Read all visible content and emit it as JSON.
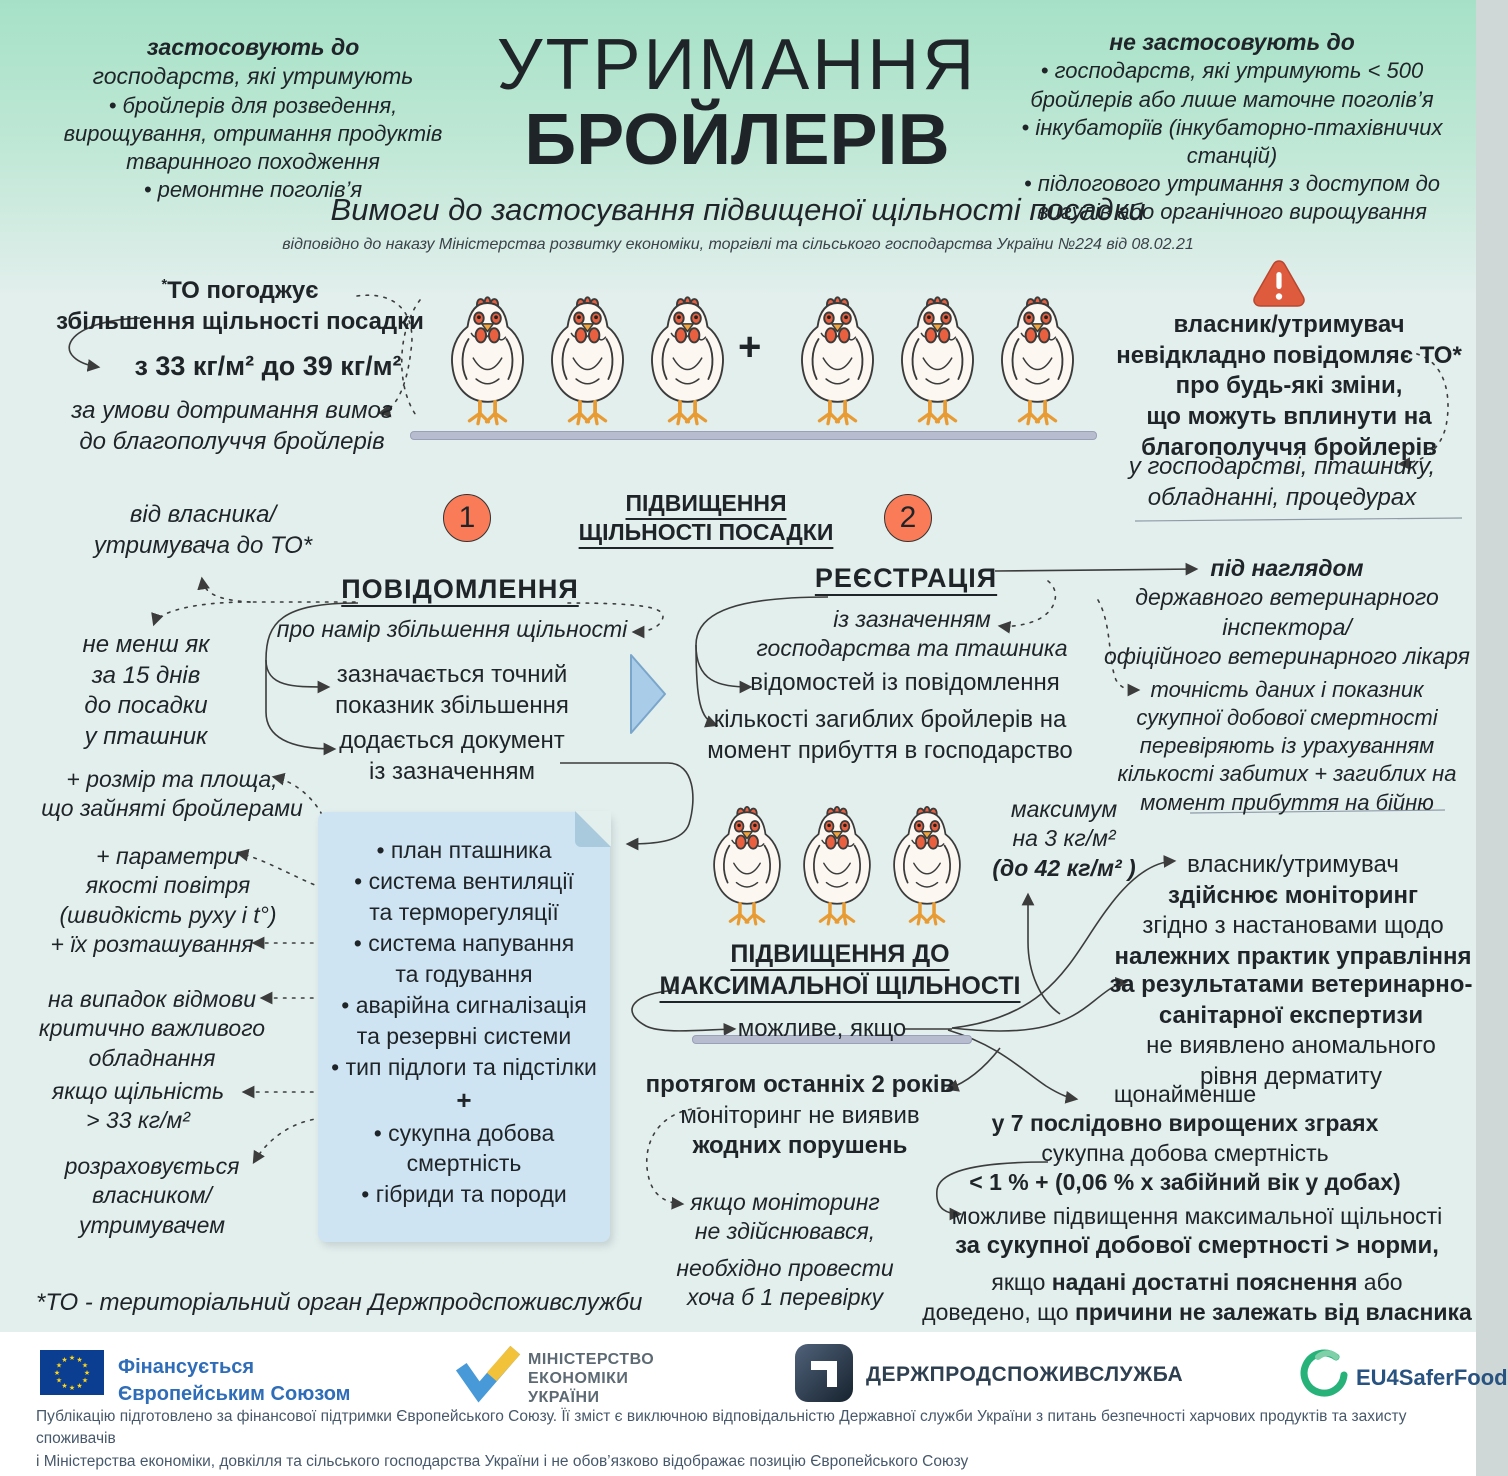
{
  "page": {
    "title_line1": "УТРИМАННЯ",
    "title_line2": "БРОЙЛЕРІВ",
    "subtitle": "Вимоги до застосування підвищеної щільності посадки",
    "legal_note": "відповідно до наказу Міністерства розвитку економіки, торгівлі та сільського господарства України №224 від 08.02.21",
    "footnote": "*ТО - територіальний орган Держпродспоживслужби",
    "plus_sign": "+"
  },
  "applies": {
    "title": "застосовують до",
    "subtitle": "господарств, які утримують",
    "item1": "•  бройлерів для розведення, вирощування, отримання продуктів тваринного походження",
    "item2": "•  ремонтне поголів’я"
  },
  "not_applies": {
    "title": "не застосовують до",
    "item1": "• господарств, які утримують < 500 бройлерів або лише маточне поголів’я",
    "item2": "• інкубаторіїв (інкубаторно-птахівничих станцій)",
    "item3": "• підлогового утримання з доступом до вигулів або органічного вирощування"
  },
  "approval": {
    "asterisk": "*",
    "line1": "ТО  погоджує",
    "line2": "збільшення щільності посадки",
    "range": "з 33 кг/м² до 39 кг/м²",
    "condition1": "за умови дотримання вимог",
    "condition2": "до благополуччя бройлерів"
  },
  "notify_changes": {
    "line1": "власник/утримувач",
    "line2": "невідкладно повідомляє ТО*",
    "line3": "про будь-які зміни,",
    "line4": "що можуть вплинути на",
    "line5": "благополуччя бройлерів",
    "note1": "у господарстві, пташнику,",
    "note2": "обладнанні, процедурах"
  },
  "steps": {
    "step1": "1",
    "step2": "2",
    "center_label1": "ПІДВИЩЕННЯ",
    "center_label2": "ЩІЛЬНОСТІ ПОСАДКИ"
  },
  "notification": {
    "heading": "ПОВІДОМЛЕННЯ",
    "from1": "від власника/",
    "from2": "утримувача до ТО*",
    "timing1": "не менш як",
    "timing2": "за 15 днів",
    "timing3": "до посадки",
    "timing4": "у пташник",
    "intent": "про намір збільшення щільності",
    "point1a": "зазначається точний",
    "point1b": "показник збільшення",
    "point2a": "додається документ",
    "point2b": "із зазначенням"
  },
  "registration": {
    "heading": "РЕЄСТРАЦІЯ",
    "with1": "із зазначенням",
    "with2": "господарства та пташника",
    "point1": "відомостей із повідомлення",
    "point2a": "кількості загиблих бройлерів на",
    "point2b": "момент прибуття в господарство",
    "supervision_bold": "під наглядом",
    "supervision1": "державного ветеринарного",
    "supervision2": "інспектора/",
    "supervision3": "офіційного ветеринарного лікаря",
    "accuracy1": "точність даних і показник",
    "accuracy2": "сукупної добової смертності",
    "accuracy3": "перевіряють із урахуванням",
    "accuracy4": "кількості забитих + загиблих на",
    "accuracy5": "момент прибуття на бійню"
  },
  "doc_annotations": {
    "size1": "+ розмір та площа,",
    "size2": "що зайняті бройлерами",
    "air1": "+ параметри",
    "air2": "якості повітря",
    "air3": "(швидкість руху і t°)",
    "placement": "+ їх розташування",
    "failure1": "на випадок відмови",
    "failure2": "критично важливого",
    "failure3": "обладнання",
    "density1": "якщо щільність",
    "density2": "> 33 кг/м²",
    "calc1": "розраховується",
    "calc2": "власником/",
    "calc3": "утримувачем"
  },
  "document": {
    "item1": "•  план пташника",
    "item2a": "•  система вентиляції",
    "item2b": "та терморегуляції",
    "item3a": "•  система напування",
    "item3b": "та годування",
    "item4a": "•  аварійна сигналізація",
    "item4b": "та резервні системи",
    "item5": "•  тип підлоги та підстілки",
    "plus": "+",
    "item6a": "•  сукупна добова",
    "item6b": "смертність",
    "item7": "•  гібриди та породи"
  },
  "max_density": {
    "note1": "максимум",
    "note2": "на 3 кг/м²",
    "note3": "(до 42 кг/м² )",
    "heading1": "ПІДВИЩЕННЯ ДО",
    "heading2": "МАКСИМАЛЬНОЇ ЩІЛЬНОСТІ",
    "possible_if": "можливе, якщо"
  },
  "conditions": {
    "years1": "протягом останніх 2 років",
    "years2": "моніторинг не виявив",
    "years3": "жодних порушень",
    "no_monitoring1": "якщо моніторинг",
    "no_monitoring2": "не здійснювався,",
    "no_monitoring3": "необхідно провести",
    "no_monitoring4": "хоча б 1 перевірку",
    "monitoring1": "власник/утримувач",
    "monitoring2": "здійснює моніторинг",
    "monitoring3": "згідно з настановами щодо",
    "monitoring4": "належних практик управління",
    "vet1": "за результатами ветеринарно-",
    "vet2": "санітарної експертизи",
    "vet3": "не виявлено аномального",
    "vet4": "рівня дерматиту",
    "flocks1": "щонайменше",
    "flocks2": "у 7 послідовно вирощених зграях",
    "flocks3": "сукупна добова смертність",
    "flocks4": "< 1 % + (0,06 % х забійний вік у добах)",
    "exceed1": "можливе підвищення максимальної щільності",
    "exceed2": "за сукупної добової смертності > норми,",
    "exceed3a": "якщо ",
    "exceed3b": "надані достатні пояснення",
    "exceed3c": " або",
    "exceed4a": "доведено, що ",
    "exceed4b": "причини не залежать від власника"
  },
  "footer": {
    "eu_line1": "Фінансується",
    "eu_line2": "Європейським Союзом",
    "ministry1": "МІНІСТЕРСТВО",
    "ministry2": "ЕКОНОМІКИ",
    "ministry3": "УКРАЇНИ",
    "dpss": "ДЕРЖПРОДСПОЖИВСЛУЖБА",
    "eu4sf": "EU4SaferFood",
    "disclaimer1": "Публікацію підготовлено за фінансової підтримки Європейського Союзу. Її зміст є виключною відповідальністю Державної служби України з питань безпечності харчових продуктів та захисту споживачів",
    "disclaimer2": "і Міністерства економіки, довкілля та сільського господарства України і не обов’язково відображає позицію Європейського Союзу"
  },
  "colors": {
    "accent_coral": "#f97b58",
    "warning_red": "#df5b3d",
    "doc_blue": "#cfe4f2",
    "arrow_blue": "#a9cce8",
    "mint": "#a6e1c7",
    "background": "#e3efed",
    "eu_blue": "#2f6db8",
    "ministry_gray": "#5d6a73",
    "navy": "#2e3f50",
    "eu4sf_green": "#27b27a"
  }
}
